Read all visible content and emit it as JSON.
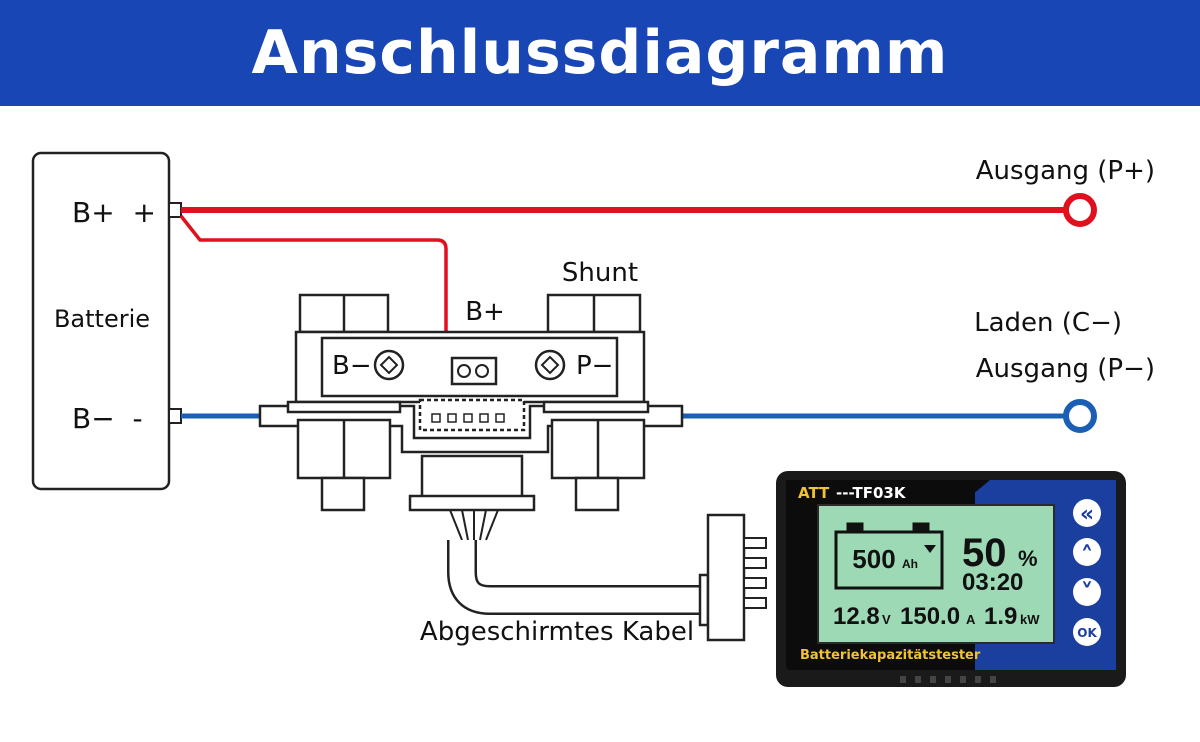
{
  "title": "Anschlussdiagramm",
  "colors": {
    "header_bg": "#1846b4",
    "positive_wire": "#e0101e",
    "negative_wire": "#1a5fb4",
    "lcd_bg": "#9ed9b6",
    "device_panel": "#1a3f9e"
  },
  "battery": {
    "label": "Batterie",
    "pos_terminal": "B+  +",
    "neg_terminal": "B−  -"
  },
  "outputs": {
    "positive": "Ausgang (P+)",
    "charge": "Laden (C−)",
    "negative": "Ausgang (P−)"
  },
  "shunt": {
    "label": "Shunt",
    "b_plus": "B+",
    "b_minus": "B−",
    "p_minus": "P−"
  },
  "cable_label": "Abgeschirmtes Kabel",
  "device": {
    "brand": "ATT",
    "model": "---TF03K",
    "capacity": "500",
    "capacity_unit": "Ah",
    "percent": "50",
    "percent_unit": "%",
    "time": "03:20",
    "voltage": "12.8",
    "voltage_unit": "V",
    "current": "150.0",
    "current_unit": "A",
    "power": "1.9",
    "power_unit": "kW",
    "name": "Batteriekapazitätstester",
    "buttons": {
      "back": "«",
      "up": "˄",
      "down": "˅",
      "ok": "OK"
    }
  }
}
